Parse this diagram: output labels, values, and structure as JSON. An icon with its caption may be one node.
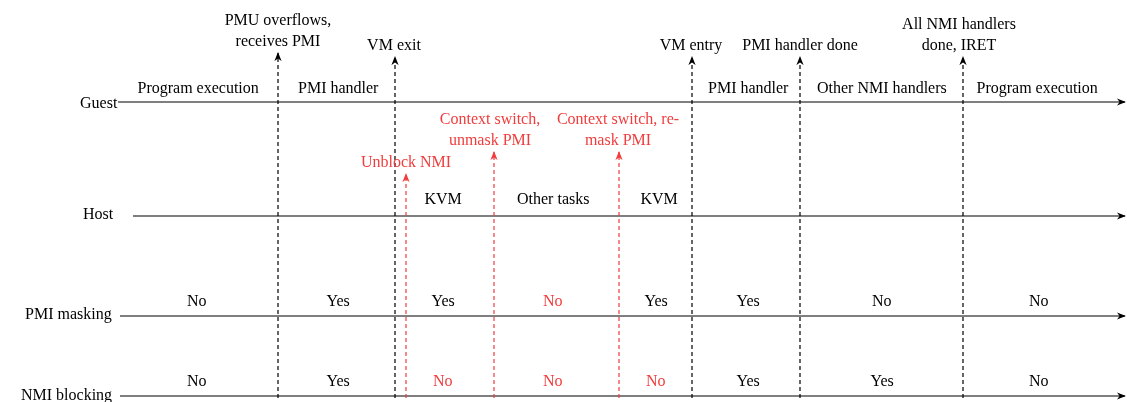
{
  "diagram": {
    "nodes": [
      {
        "text": [
          "PMU overflows, receives PMI"
        ]
      },
      {
        "text": [
          "VM exit"
        ]
      },
      {
        "text": [
          "Unblock NMI"
        ]
      },
      {
        "text": [
          "Context switch, unmask PMI"
        ]
      },
      {
        "text": [
          "Context switch, re-mask PMI"
        ]
      },
      {
        "text": [
          "VM entry"
        ]
      },
      {
        "text": [
          "PMI handler done"
        ]
      },
      {
        "text": [
          "All NMI handlers done, IRET"
        ]
      }
    ],
    "edges": [
      {
        "from": null,
        "to": 0,
        "arrow": "to",
        "style": "dashed"
      },
      {
        "from": null,
        "to": 1,
        "arrow": "to",
        "style": "dashed"
      },
      {
        "from": null,
        "to": 2,
        "arrow": "to",
        "style": "dashed",
        "color": "#f03c3c"
      },
      {
        "from": null,
        "to": 3,
        "arrow": "to",
        "style": "dashed",
        "color": "#f03c3c"
      },
      {
        "from": null,
        "to": 4,
        "arrow": "to",
        "style": "dashed",
        "color": "#f03c3c"
      },
      {
        "from": null,
        "to": 5,
        "arrow": "to",
        "style": "dashed"
      },
      {
        "from": null,
        "to": 6,
        "arrow": "to",
        "style": "dashed"
      },
      {
        "from": null,
        "to": 7,
        "arrow": "to",
        "style": "dashed"
      }
    ],
    "labels": [
      "Program execution",
      "PMI handler",
      "PMI handler",
      "Other NMI handlers",
      "Program execution",
      "Guest",
      "KVM",
      "Other tasks",
      "KVM",
      "Host",
      "No",
      "Yes",
      "Yes",
      "No",
      "Yes",
      "Yes",
      "No",
      "No",
      "PMI masking",
      "No",
      "Yes",
      "No",
      "No",
      "No",
      "Yes",
      "Yes",
      "No",
      "NMI blocking"
    ]
  }
}
